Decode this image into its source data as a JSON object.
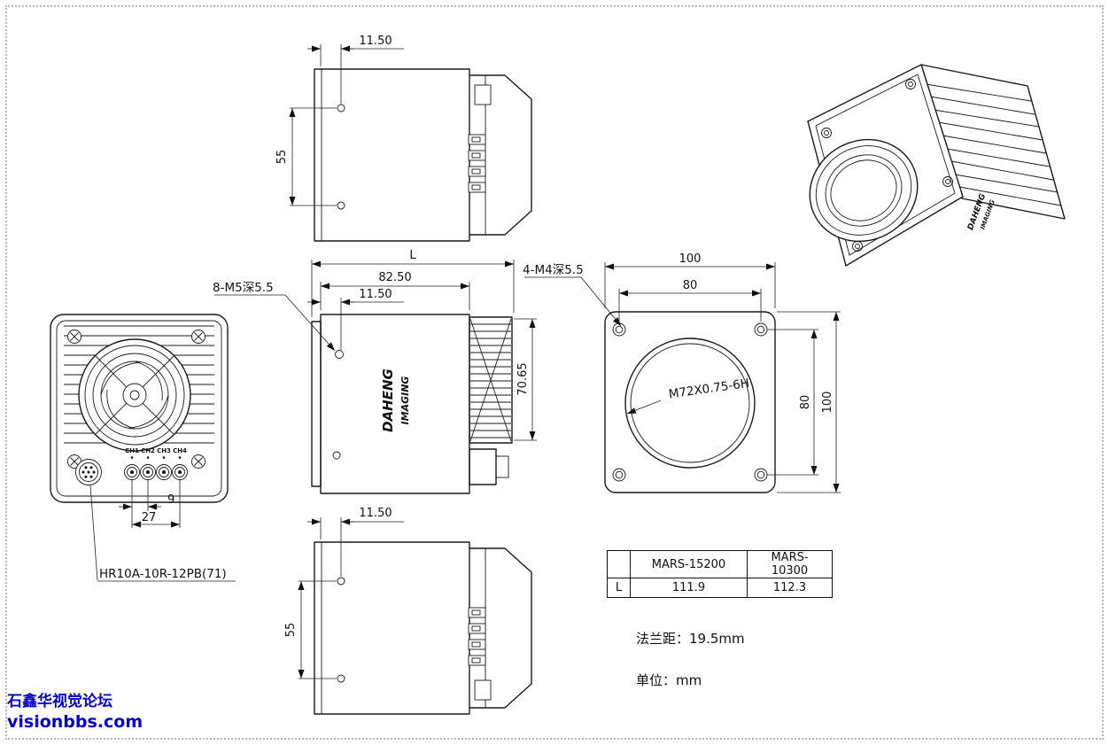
{
  "page": {
    "border_color": "#b8b8b8",
    "line_color": "#1a1a1a"
  },
  "watermark": {
    "line1": "石鑫华视觉论坛",
    "line2": "visionbbs.com",
    "color": "#0202cc"
  },
  "notes": {
    "flange_distance": "法兰距：19.5mm",
    "unit": "单位：mm"
  },
  "spec_table": {
    "headers": [
      "",
      "MARS-15200",
      "MARS-10300"
    ],
    "row_label": "L",
    "values": [
      "111.9",
      "112.3"
    ]
  },
  "views": {
    "top": {
      "dim_edge_to_hole": "11.50",
      "dim_hole_spacing": "55"
    },
    "bottom": {
      "dim_edge_to_hole": "11.50",
      "dim_hole_spacing": "55"
    },
    "side": {
      "dim_overall": "L",
      "dim_body": "82.50",
      "dim_edge_to_hole": "11.50",
      "dim_fin_height": "70.65",
      "callout_screw": "8-M5深5.5",
      "logo_line1": "DAHENG",
      "logo_line2": "IMAGING"
    },
    "front": {
      "dim_outer_width": "100",
      "dim_hole_width": "80",
      "dim_hole_height": "80",
      "dim_outer_height": "100",
      "callout_screw": "4-M4深5.5",
      "callout_thread": "M72X0.75-6H"
    },
    "back": {
      "channel_labels": [
        "CH1",
        "CH2",
        "CH3",
        "CH4"
      ],
      "dim_channel_pitch": "9",
      "dim_channel_span": "27",
      "callout_connector": "HR10A-10R-12PB(71)"
    },
    "iso": {
      "logo_line1": "DAHENG",
      "logo_line2": "IMAGING"
    }
  }
}
